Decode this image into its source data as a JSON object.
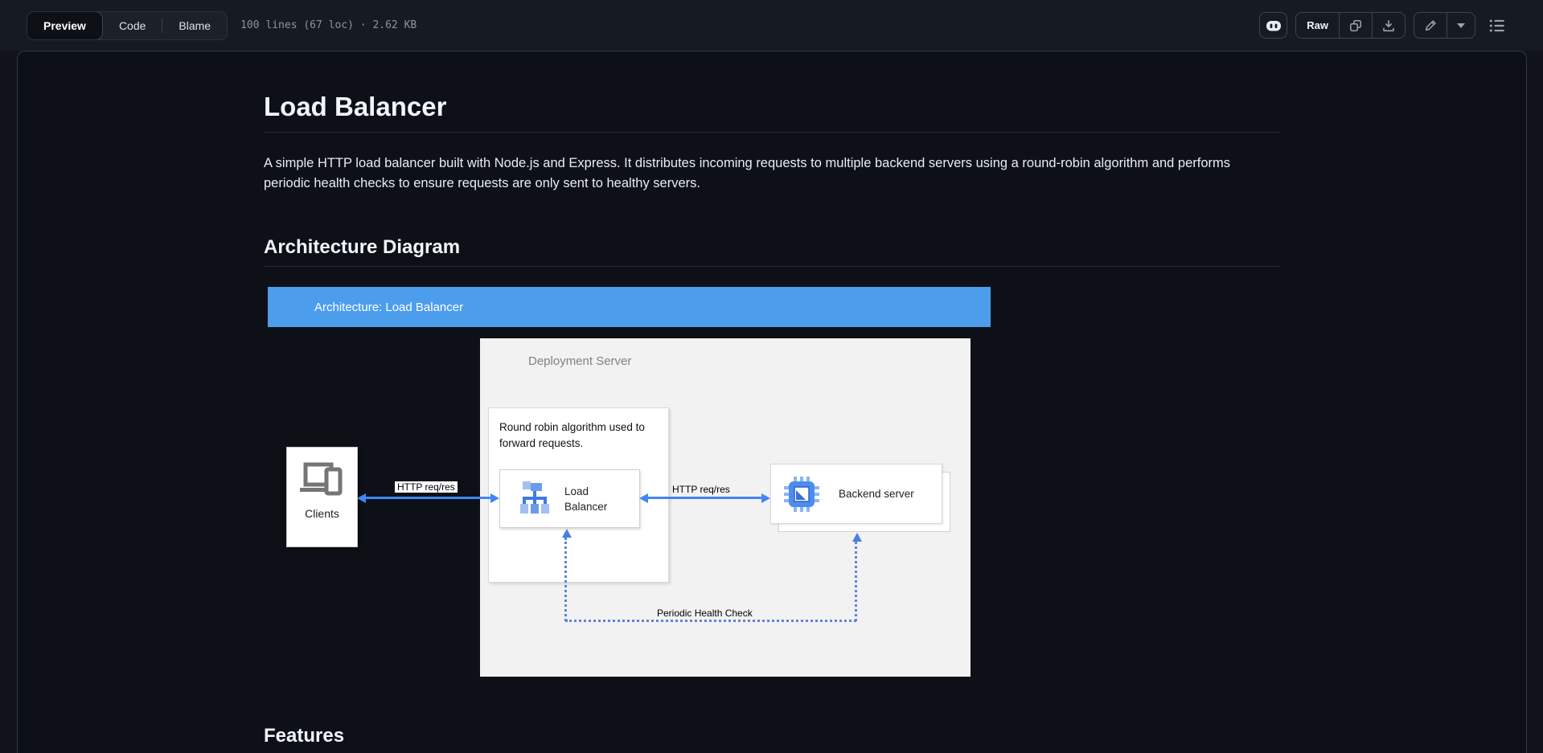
{
  "toolbar": {
    "tabs": [
      {
        "label": "Preview",
        "active": true
      },
      {
        "label": "Code",
        "active": false
      },
      {
        "label": "Blame",
        "active": false
      }
    ],
    "file_info": "100 lines (67 loc) · 2.62 KB",
    "actions": {
      "copilot": "copilot",
      "raw_label": "Raw",
      "copy": "copy raw file",
      "download": "download raw file",
      "edit": "edit file",
      "outline": "outline"
    }
  },
  "document": {
    "title": "Load Balancer",
    "intro": "A simple HTTP load balancer built with Node.js and Express. It distributes incoming requests to multiple backend servers using a round-robin algorithm and performs periodic health checks to ensure requests are only sent to healthy servers.",
    "architecture_heading": "Architecture Diagram",
    "features_heading": "Features"
  },
  "diagram": {
    "banner": "Architecture: Load Balancer",
    "deployment_server_label": "Deployment Server",
    "note": "Round robin algorithm used to forward requests.",
    "clients_label": "Clients",
    "load_balancer_label": "Load Balancer",
    "backend_label": "Backend server",
    "client_lb_arrow_label": "HTTP req/res",
    "lb_backend_arrow_label": "HTTP req/res",
    "health_check_label": "Periodic Health Check",
    "colors": {
      "banner_blue": "#4d9ded",
      "arrow_blue": "#4285f4",
      "dotted_blue": "#5b84e0",
      "server_box_gray": "#f2f2f2"
    }
  }
}
